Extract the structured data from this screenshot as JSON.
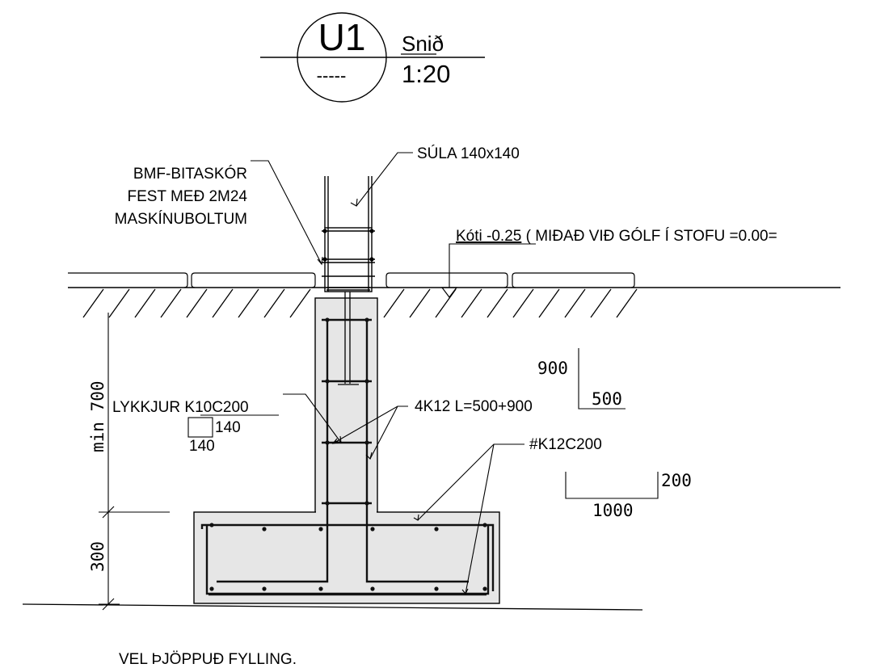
{
  "title_block": {
    "detail_id": "U1",
    "sheet_ref": "-----",
    "view_name": "Snið",
    "scale": "1:20"
  },
  "labels": {
    "column": "SÚLA 140x140",
    "bracket_line1": "BMF-BITASKÓR",
    "bracket_line2": "FEST MEÐ 2M24",
    "bracket_line3": "MASKÍNUBOLTUM",
    "level_prefix": "Kóti -0.25",
    "level_suffix": " ( MIÐAÐ VIÐ GÓLF Í STOFU =0.00=",
    "stirrups": "LYKKJUR K10C200",
    "stirrup_size_w": "140",
    "stirrup_size_h": "140",
    "long_bars": "4K12 L=500+900",
    "mesh": "#K12C200",
    "fill_note": "VEL ÞJÖPPUÐ FYLLING."
  },
  "bar_shapes": {
    "long_bar_vertical": "900",
    "long_bar_horizontal": "500",
    "mesh_vertical": "200",
    "mesh_horizontal": "1000"
  },
  "dimensions": {
    "pier_depth_prefix": "min",
    "pier_depth": "700",
    "footing_depth": "300"
  },
  "colors": {
    "line": "#000000",
    "concrete_fill": "#e6e6e6"
  }
}
